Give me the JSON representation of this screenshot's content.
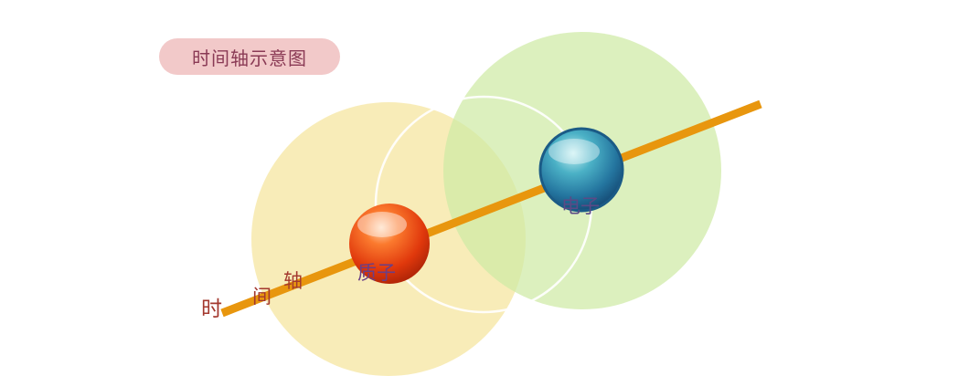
{
  "title": "时间轴示意图",
  "axis_label_chars": [
    "时",
    "间",
    "轴"
  ],
  "particles": {
    "proton": {
      "label": "质子",
      "color": "#f04a12"
    },
    "electron": {
      "label": "电子",
      "color": "#2d86ab"
    }
  },
  "colors": {
    "axis_line": "#e8960e",
    "proton_field": "#f6eaa8",
    "electron_field": "#d5edb0",
    "title_pill": "#f2c9c9"
  }
}
